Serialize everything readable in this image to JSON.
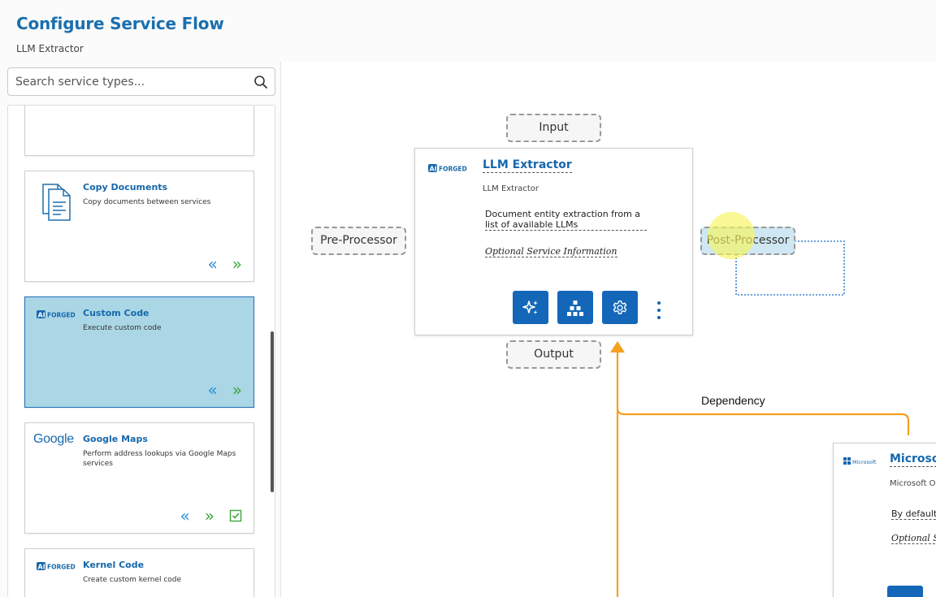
{
  "header": {
    "title": "Configure Service Flow",
    "subtitle": "LLM Extractor"
  },
  "search": {
    "placeholder": "Search service types..."
  },
  "service_list": [
    {
      "title": "",
      "description": "",
      "logo": "blank"
    },
    {
      "title": "Copy Documents",
      "description": "Copy documents between services",
      "logo": "document-copy-icon"
    },
    {
      "title": "Custom Code",
      "description": "Execute custom code",
      "logo": "aiforged-logo",
      "selected": true
    },
    {
      "title": "Google Maps",
      "description": "Perform address lookups via Google Maps services",
      "logo": "Google"
    },
    {
      "title": "Kernel Code",
      "description": "Create custom kernel code",
      "logo": "aiforged-logo"
    }
  ],
  "card_actions": {
    "move_up": "«",
    "move_down": "»"
  },
  "canvas": {
    "ports": {
      "input": "Input",
      "output": "Output",
      "pre_processor": "Pre-Processor",
      "post_processor": "Post-Processor"
    },
    "main_node": {
      "logo_text": "FORGED",
      "logo_badge": "AI",
      "title": "LLM Extractor",
      "type": "LLM Extractor",
      "description": "Document entity extraction from a list of available LLMs",
      "info": "Optional Service Information",
      "buttons": [
        "sparkles-icon",
        "hierarchy-icon",
        "gear-icon"
      ]
    },
    "dependency_label": "Dependency",
    "second_node": {
      "logo_text": "Microsoft",
      "title": "Microsof",
      "type": "Microsoft O",
      "description": "By default,",
      "info": "Optional S"
    }
  },
  "colors": {
    "accent": "#1467b8",
    "title_blue": "#1a6fae",
    "selected_card": "#aad6e5",
    "dependency_line": "#f5a020",
    "cursor_highlight": "#f8f55a"
  }
}
